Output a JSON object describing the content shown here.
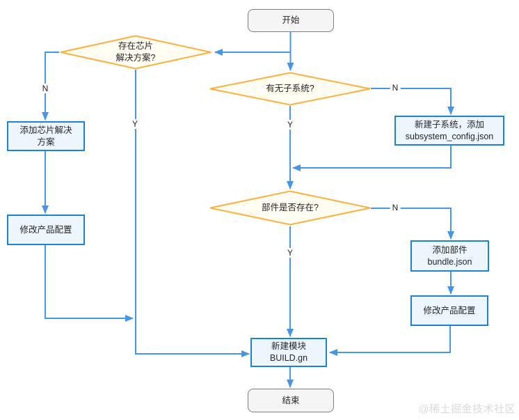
{
  "watermark": "@稀土掘金技术社区",
  "colors": {
    "connector": "#4795E6",
    "decision_border": "#FBB040",
    "decision_fill": "#FFFCF2",
    "process_border": "#1C82D8",
    "process_fill": "#EDF6FD",
    "terminal_border": "#7E7E7E",
    "terminal_fill": "#F5F5F5",
    "label_text": "#262626",
    "watermark_text": "#DADADA"
  },
  "nodes": {
    "start": {
      "label": "开始"
    },
    "chip_decision": {
      "line1": "存在芯片",
      "line2": "解决方案?"
    },
    "chip_solution": {
      "line1": "添加芯片解决",
      "line2": "方案"
    },
    "modify_product_left": {
      "label": "修改产品配置"
    },
    "subsystem_decision": {
      "label": "有无子系统?"
    },
    "create_subsystem": {
      "line1": "新建子系统，添加",
      "line2": "subsystem_config.json"
    },
    "component_decision": {
      "label": "部件是否存在?"
    },
    "add_bundle": {
      "line1": "添加部件",
      "line2": "bundle.json"
    },
    "modify_product_right": {
      "label": "修改产品配置"
    },
    "create_module": {
      "line1": "新建模块",
      "line2": "BUILD.gn"
    },
    "end": {
      "label": "结束"
    }
  },
  "edge_labels": {
    "chip_no": "N",
    "chip_yes": "Y",
    "subsystem_no": "N",
    "subsystem_yes": "Y",
    "component_no": "N",
    "component_yes": "Y"
  }
}
